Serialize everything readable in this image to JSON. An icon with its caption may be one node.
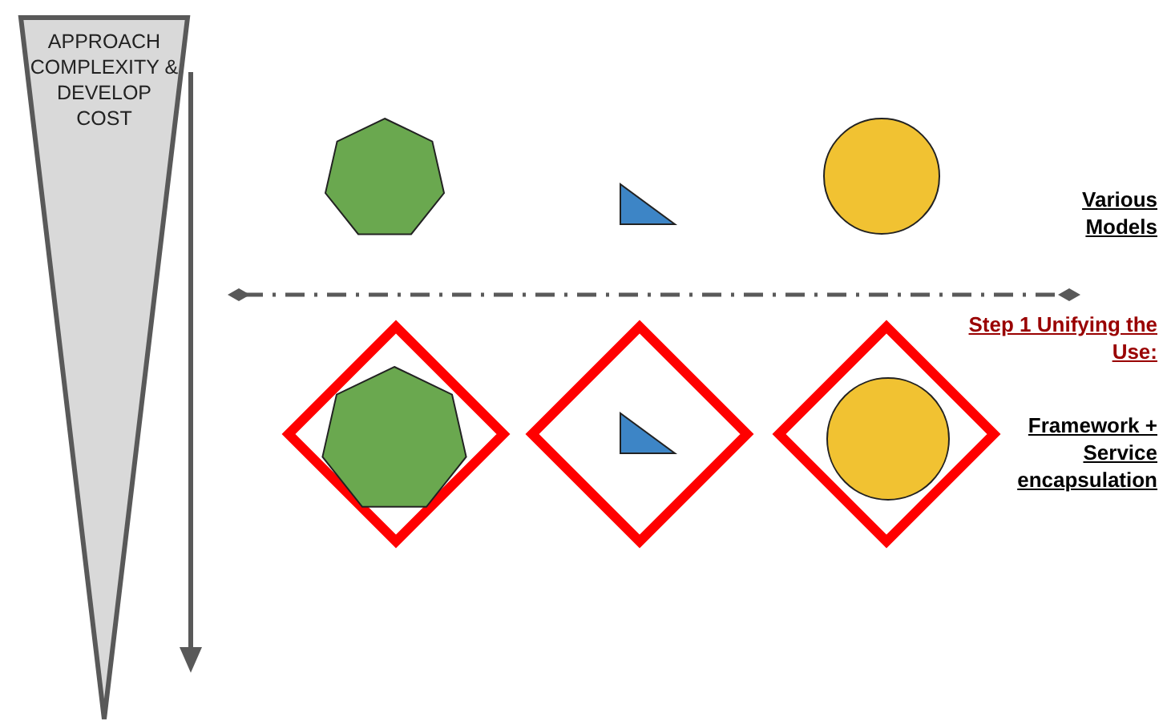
{
  "diagram": {
    "nodes": [
      {
        "text": [
          "APPROACH COMPLEXITY & DEVELOP COST"
        ]
      },
      {
        "text": [],
        "shape": "heptagon"
      },
      {
        "text": [],
        "shape": "triangle"
      },
      {
        "text": [],
        "shape": "circle"
      },
      {
        "text": [],
        "shape": "diamond"
      },
      {
        "text": [],
        "shape": "heptagon",
        "in": 4
      },
      {
        "text": [],
        "shape": "diamond"
      },
      {
        "text": [],
        "shape": "triangle",
        "in": 6
      },
      {
        "text": [],
        "shape": "diamond"
      },
      {
        "text": [],
        "shape": "circle",
        "in": 8
      }
    ],
    "edges": [],
    "labels": [
      "Various Models",
      "Step 1 Unifying the Use:",
      "Framework + Service encapsulation"
    ]
  }
}
